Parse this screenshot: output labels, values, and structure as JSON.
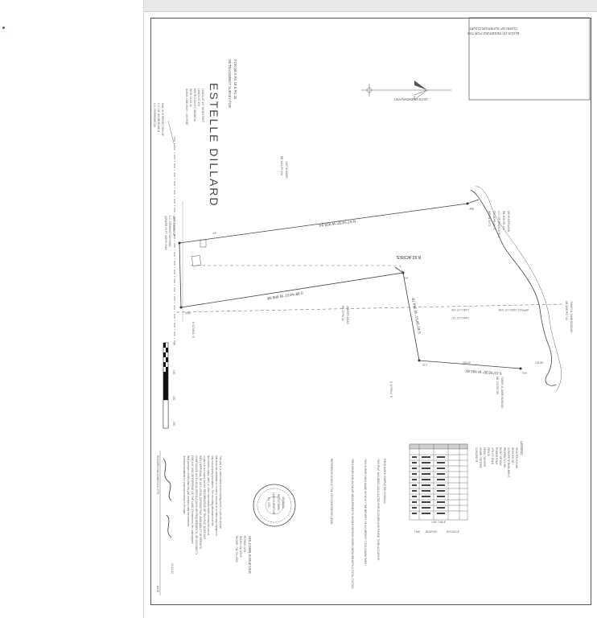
{
  "document": {
    "block_reserved": [
      "BLOCK (S) RESERVED FOR THE",
      "CLERK OF SUPERIOR COURT"
    ],
    "north_arrow_label": "USA/NAD83/GA EAST",
    "survey_title": "ESTELLE DILLARD",
    "survey_subtitle": [
      "FOR DB 5 PG 18 & PG 20",
      "RETRACEMENT SURVEY FOR"
    ],
    "location_lines": [
      "LAND LOT 137    9th DISTRICT",
      "LAND LOT 128",
      "WHITE COUNTY, GEORGIA",
      "DATE: 10-13-14",
      "SCALE: ONE INCH = 100 FEET"
    ],
    "acres_label": "8.92 ACRES",
    "land_lot_line": "APPROX LAND LOT LINE",
    "land_lot_upper": "LAND LOT 128",
    "land_lot_lower": "LAND LOT 137",
    "adjoiners": {
      "north": [
        "JUSTIN WARD",
        "DB 1824 PG 198"
      ],
      "northeast": [
        "KEITH KIRKLAND",
        "DB 1136 PG 434",
        "C.C. OF BRANCH PLAT",
        "FROM PB 45/73",
        "IPF PB 50/73"
      ],
      "southeast": [
        "TAMMY & JAMIE BONDON",
        "DB 1166 PG 714"
      ],
      "south": [
        "SHERRY DEAN",
        "PB 10 PG 51"
      ],
      "southbottom": [
        "TAMMY & JAMIE BONDON",
        "DB 722 PG 392"
      ],
      "road": [
        "CENTERLINE OF",
        "C.C. DENNINGTON ROAD",
        "(GRAVEL 40 FT. WIDTH R/W)"
      ],
      "begin": [
        "NAIL IN INTERSECTION OF",
        "C.C. OF JACOB ROAD &",
        "C.C. RIVERSIDE DR"
      ]
    },
    "bearings": [
      "N 87°53'32\" W 909.84'",
      "S 89°44'31\" W 609.59'",
      "S 81°34'51\" W 344.76'",
      "S 01°56'39\" W 483.00'",
      "318.90'",
      "163.86'",
      "N 32°58'14\" E",
      "N 01°56'51\" E"
    ],
    "monument_labels": [
      "IPF",
      "RBF",
      "IPS",
      "CTP",
      "FPS",
      "MAG"
    ],
    "scale_labels": [
      "0",
      "100",
      "200",
      "300"
    ],
    "legend_title": "LEGEND",
    "legend_items": [
      "IRON PIN FOUND",
      "IRON PIN SET",
      "CONCRETE MONUMENT",
      "PROPERTY LINE",
      "RIGHT OF WAY",
      "POWER POLE",
      "UTILITY POLE",
      "FENCE",
      "OPEN TOP PIPE",
      "CRIMP TOP PIPE",
      "CONCRETE"
    ],
    "notes_title": "FIELD WORK COMPLETED 9/29/2014",
    "notes": [
      "THIS PLAT HAS BEEN CALCULATED FOR CLOSURE AND FOUND TO BE ACCURATE",
      "THIS SURVEY WAS MADE WITHOUT THE BENEFIT OF A CURRENT TITLE COMMITMENT",
      "THE LINEAR AND ANGULAR MEASUREMENTS SHOWN HEREON WERE OBTAINED WITH A TOTAL STATION",
      "REFERENCE LEVEL AT THE 95% CONFIDENCE LEVEL"
    ],
    "surveyor_firm": [
      "HOLCOMB SURVEYING",
      "PO BOX 1234",
      "HELEN, GA 30545",
      "PHONE: 706-754-0000"
    ],
    "seal_text": [
      "GEORGIA",
      "REGISTERED",
      "LAND SURVEYOR",
      "No. 2752"
    ],
    "certification": [
      "This plat is a retracement of an existing parcel or parcels of land",
      "and does not subdivide or create a new parcel or make any changes to",
      "any real property boundaries. The recording information of the",
      "documents, maps, plats, or other instruments which created the parcel",
      "or parcels are stated hereon. RECORDATION OF THIS PLAT DOES NOT",
      "IMPLY APPROVAL OF ANY LOCAL JURISDICTION, AVAILABILITY OF PERMITS,",
      "COMPLIANCE WITH LOCAL REGULATIONS OR REQUIREMENTS, OR SUITABILITY",
      "FOR ANY USE OR PURPOSE OF THE LAND. Furthermore, the undersigned",
      "land surveyor certifies that this plat complies with the minimum",
      "technical standards for property surveys in Georgia."
    ],
    "surveyor_name": "RICHARD HOLCOMB RLS# 2752",
    "date_note": "10-13-14",
    "date_label": "DATE",
    "line_table_title": "LINE TABLE",
    "line_table_headers": [
      "LINE",
      "BEARING",
      "DISTANCE"
    ]
  }
}
